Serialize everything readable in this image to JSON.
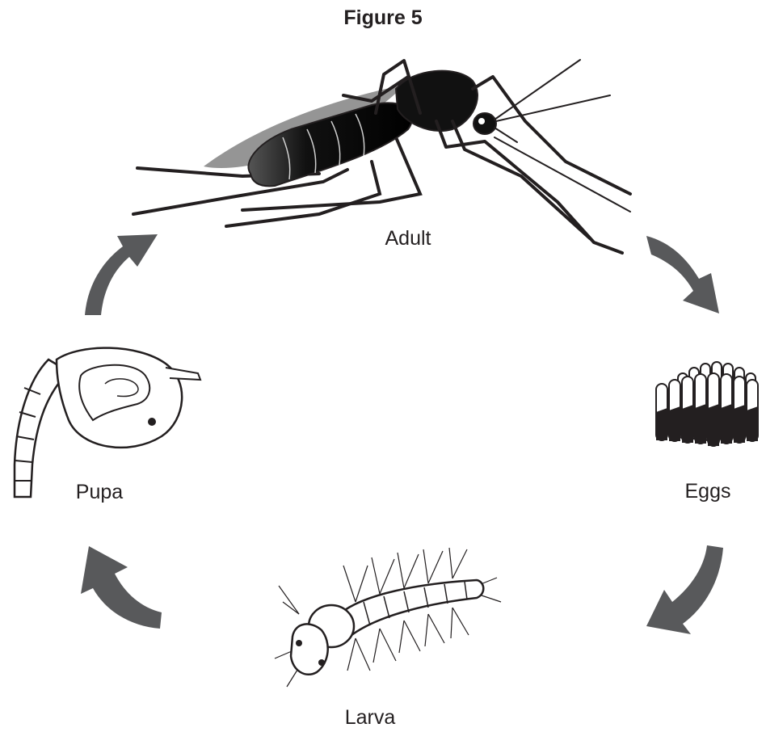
{
  "title": "Figure 5",
  "stages": {
    "adult": "Adult",
    "eggs": "Eggs",
    "larva": "Larva",
    "pupa": "Pupa"
  },
  "colors": {
    "arrow": "#58595b",
    "ink": "#231f20",
    "wing": "#8a8a8a"
  }
}
